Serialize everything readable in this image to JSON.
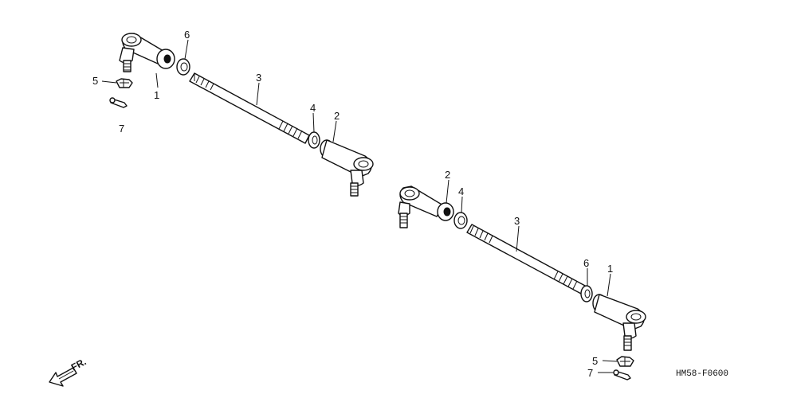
{
  "diagram": {
    "drawing_code": "HM58-F0600",
    "front_indicator": "FR.",
    "callouts": {
      "upper": [
        {
          "id": "u1",
          "label": "1"
        },
        {
          "id": "u2",
          "label": "2"
        },
        {
          "id": "u3",
          "label": "3"
        },
        {
          "id": "u4",
          "label": "4"
        },
        {
          "id": "u5",
          "label": "5"
        },
        {
          "id": "u6",
          "label": "6"
        },
        {
          "id": "u7",
          "label": "7"
        }
      ],
      "lower": [
        {
          "id": "l1",
          "label": "1"
        },
        {
          "id": "l2",
          "label": "2"
        },
        {
          "id": "l3",
          "label": "3"
        },
        {
          "id": "l4",
          "label": "4"
        },
        {
          "id": "l5",
          "label": "5"
        },
        {
          "id": "l6",
          "label": "6"
        },
        {
          "id": "l7",
          "label": "7"
        }
      ]
    }
  }
}
